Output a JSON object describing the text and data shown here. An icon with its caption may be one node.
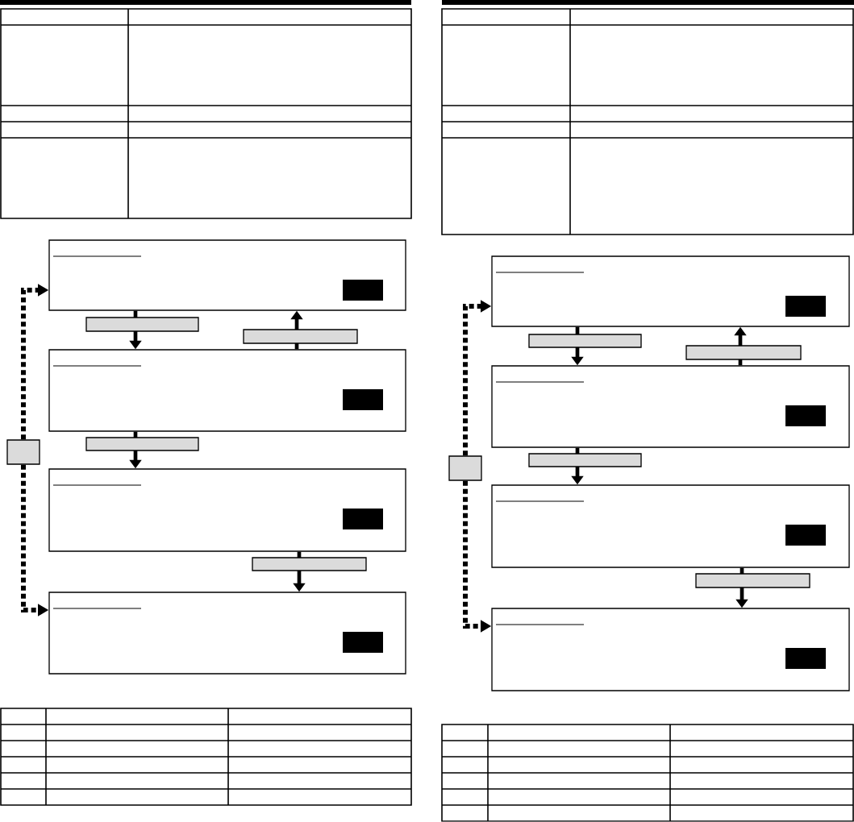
{
  "diagram": {
    "nodes": [
      {
        "text": [],
        "shape": "box"
      },
      {
        "text": [],
        "shape": "box"
      },
      {
        "text": [],
        "shape": "box"
      },
      {
        "text": [],
        "shape": "box"
      },
      {
        "text": [],
        "shape": "box"
      },
      {
        "text": [],
        "shape": "box"
      },
      {
        "text": [],
        "shape": "box"
      },
      {
        "text": [],
        "shape": "box"
      },
      {
        "text": [],
        "shape": "box"
      },
      {
        "text": [],
        "shape": "box"
      }
    ],
    "edges": [
      {
        "from": 0,
        "to": 1,
        "arrow": "to"
      },
      {
        "from": 1,
        "to": 0,
        "arrow": "to"
      },
      {
        "from": 1,
        "to": 3,
        "arrow": "to"
      },
      {
        "from": 3,
        "to": 4,
        "arrow": "to"
      },
      {
        "from": 2,
        "to": 0,
        "arrow": "to",
        "style": "dashed"
      },
      {
        "from": 2,
        "to": 4,
        "arrow": "to",
        "style": "dashed"
      },
      {
        "from": 5,
        "to": 6,
        "arrow": "to"
      },
      {
        "from": 6,
        "to": 5,
        "arrow": "to"
      },
      {
        "from": 6,
        "to": 8,
        "arrow": "to"
      },
      {
        "from": 8,
        "to": 9,
        "arrow": "to"
      },
      {
        "from": 7,
        "to": 5,
        "arrow": "to",
        "style": "dashed"
      },
      {
        "from": 7,
        "to": 9,
        "arrow": "to",
        "style": "dashed"
      }
    ]
  }
}
